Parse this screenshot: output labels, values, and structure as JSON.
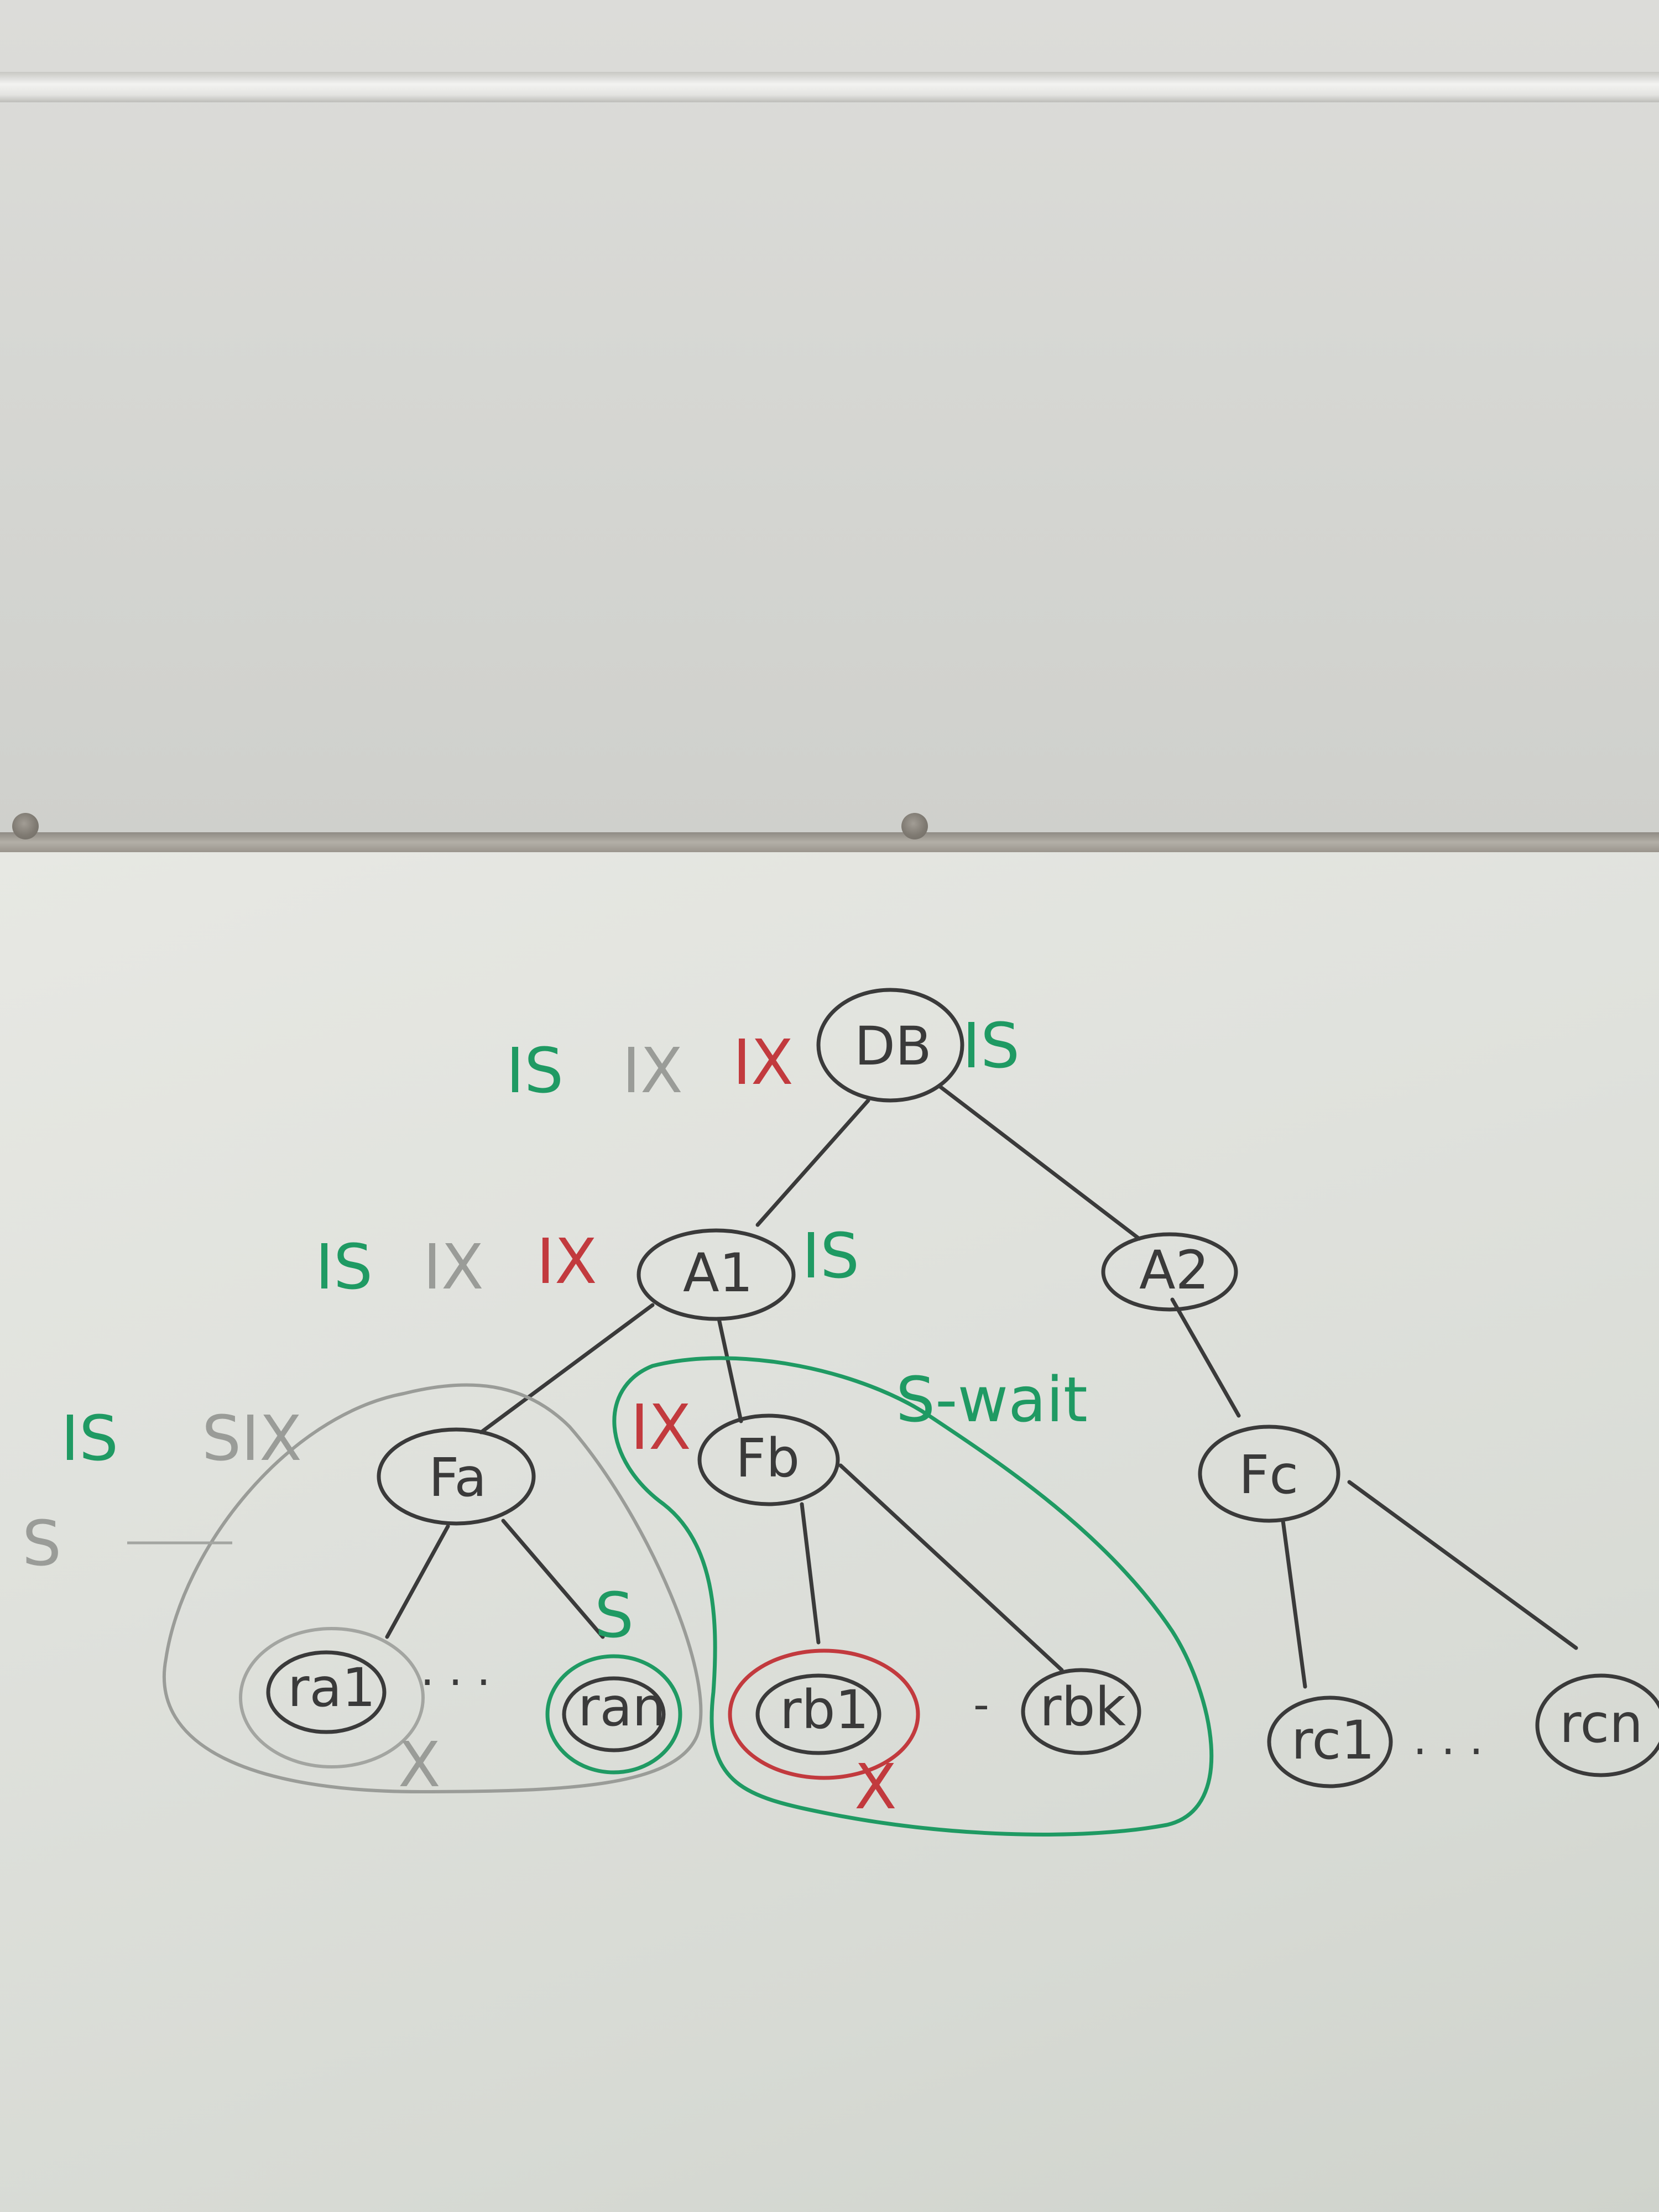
{
  "nodes": {
    "db": "DB",
    "a1": "A1",
    "a2": "A2",
    "fa": "Fa",
    "fb": "Fb",
    "fc": "Fc",
    "ra1": "ra1",
    "ran": "ran",
    "rb1": "rb1",
    "rbk": "rbk",
    "rc1": "rc1",
    "rcn": "rcn"
  },
  "annotations": {
    "db_left_green": "IS",
    "db_left_grey": "IX",
    "db_left_red": "IX",
    "db_right_green": "IS",
    "a1_left_green": "IS",
    "a1_left_grey": "IX",
    "a1_left_red": "IX",
    "a1_right_green": "IS",
    "fa_left_green": "IS",
    "fa_left_grey": "SIX",
    "fa_outer_grey": "S",
    "ran_green": "S",
    "fb_left_red": "IX",
    "fb_group_green": "S-wait",
    "ra1_mark": "X",
    "rb1_mark": "X",
    "ellipsis_a": "· · ·",
    "ellipsis_b": "-",
    "ellipsis_c": "· · ·"
  },
  "colors": {
    "green_marker": "#1f9a63",
    "red_marker": "#c23a3e",
    "grey_marker": "#9a9c98",
    "black_marker": "#3a3a3a"
  }
}
